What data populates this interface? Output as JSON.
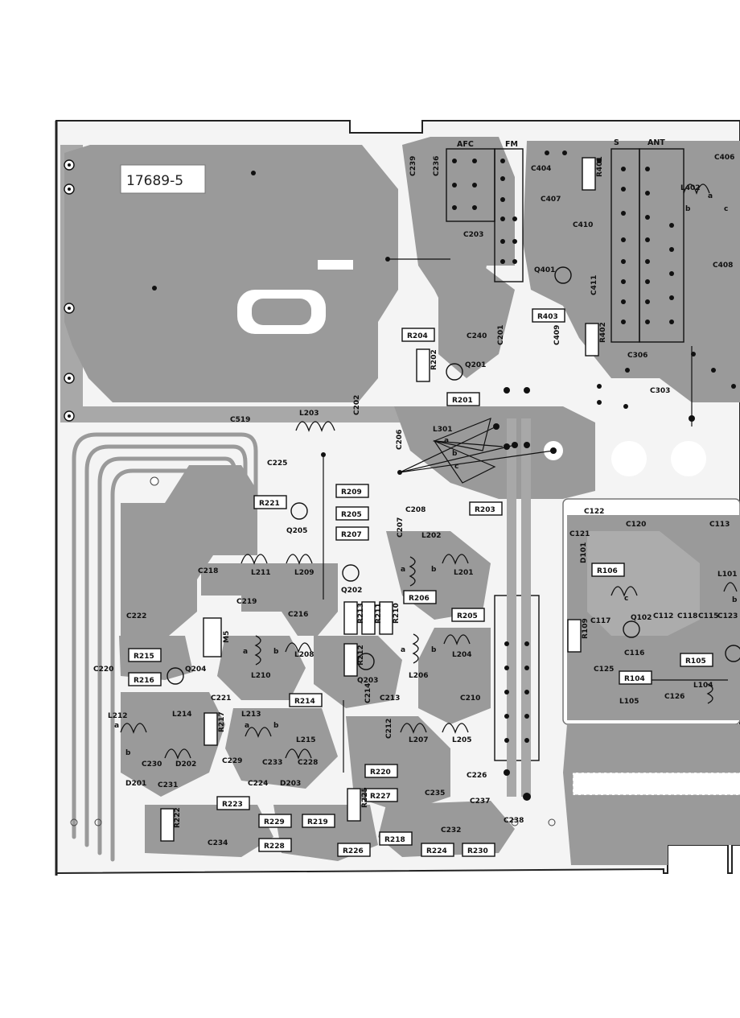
{
  "board_id": "17689-5",
  "header_labels": {
    "afc": "AFC",
    "fm": "FM",
    "s": "S",
    "ant": "ANT"
  },
  "resistors": [
    "R204",
    "R202",
    "R201",
    "R209",
    "R205",
    "R207",
    "R221",
    "R203",
    "R206",
    "R213",
    "R211",
    "R210",
    "R212",
    "R205",
    "R215",
    "R216",
    "R214",
    "R217",
    "R220",
    "R227",
    "R225",
    "R223",
    "R229",
    "R219",
    "R222",
    "R228",
    "R226",
    "R218",
    "R224",
    "R230",
    "R403",
    "R401",
    "R402",
    "R106",
    "R109",
    "R104",
    "R105"
  ],
  "capacitors": [
    "C239",
    "C236",
    "C203",
    "C240",
    "C201",
    "C519",
    "C202",
    "C225",
    "C206",
    "C208",
    "C207",
    "C218",
    "C219",
    "C216",
    "C222",
    "C220",
    "C221",
    "C213",
    "C214",
    "C210",
    "C212",
    "C230",
    "C231",
    "C229",
    "C224",
    "C233",
    "C228",
    "C226",
    "C235",
    "C237",
    "C232",
    "C238",
    "C234",
    "C404",
    "C407",
    "C410",
    "C411",
    "C409",
    "C406",
    "C408",
    "C306",
    "C303",
    "C122",
    "C121",
    "C120",
    "C113",
    "C117",
    "C112",
    "C118",
    "C115",
    "C123",
    "C116",
    "C125",
    "C126"
  ],
  "inductors": [
    "L203",
    "L301",
    "L202",
    "L211",
    "L209",
    "L201",
    "L210",
    "L208",
    "L206",
    "L204",
    "L212",
    "L214",
    "L213",
    "L215",
    "L207",
    "L205",
    "L402",
    "L101",
    "L105",
    "L104"
  ],
  "transistors": [
    "Q201",
    "Q205",
    "Q202",
    "Q204",
    "Q203",
    "Q401",
    "Q102"
  ],
  "diodes": [
    "D201",
    "D202",
    "D203",
    "D101"
  ],
  "other_parts": [
    "M5"
  ],
  "pin_letters": [
    "a",
    "b",
    "c"
  ]
}
